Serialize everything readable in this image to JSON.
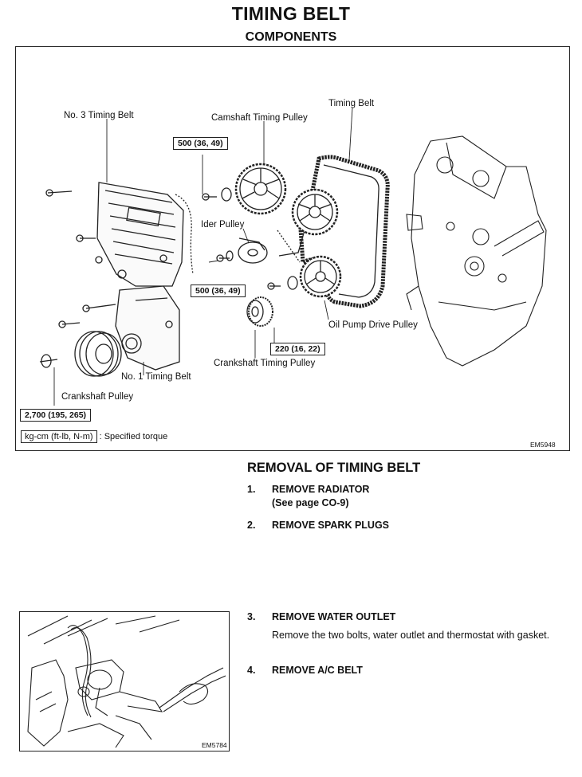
{
  "header": {
    "title": "TIMING BELT",
    "subtitle": "COMPONENTS"
  },
  "diagram": {
    "labels": {
      "no3_timing_belt": "No. 3 Timing Belt",
      "camshaft_pulley": "Camshaft Timing Pulley",
      "timing_belt": "Timing Belt",
      "idler_pulley": "Ider Pulley",
      "oil_pump_pulley": "Oil Pump Drive Pulley",
      "crankshaft_timing_pulley": "Crankshaft Timing Pulley",
      "no1_timing_belt": "No. 1 Timing Belt",
      "crankshaft_pulley": "Crankshaft Pulley"
    },
    "torques": {
      "cam_bolt": "500 (36, 49)",
      "idler_bolt": "500 (36, 49)",
      "oil_pump_bolt": "220 (16, 22)",
      "crank_bolt": "2,700 (195, 265)"
    },
    "legend": {
      "unit": "kg-cm (ft-lb, N-m)",
      "text": ": Specified torque"
    },
    "code": "EM5948"
  },
  "removal": {
    "title": "REMOVAL OF TIMING BELT",
    "steps": [
      {
        "num": "1.",
        "text": "REMOVE RADIATOR",
        "sub": "(See page CO-9)"
      },
      {
        "num": "2.",
        "text": "REMOVE SPARK PLUGS"
      },
      {
        "num": "3.",
        "text": "REMOVE WATER OUTLET",
        "desc": "Remove the two bolts, water outlet and thermostat with gasket."
      },
      {
        "num": "4.",
        "text": "REMOVE A/C BELT"
      }
    ]
  },
  "photo": {
    "code": "EM5784"
  }
}
